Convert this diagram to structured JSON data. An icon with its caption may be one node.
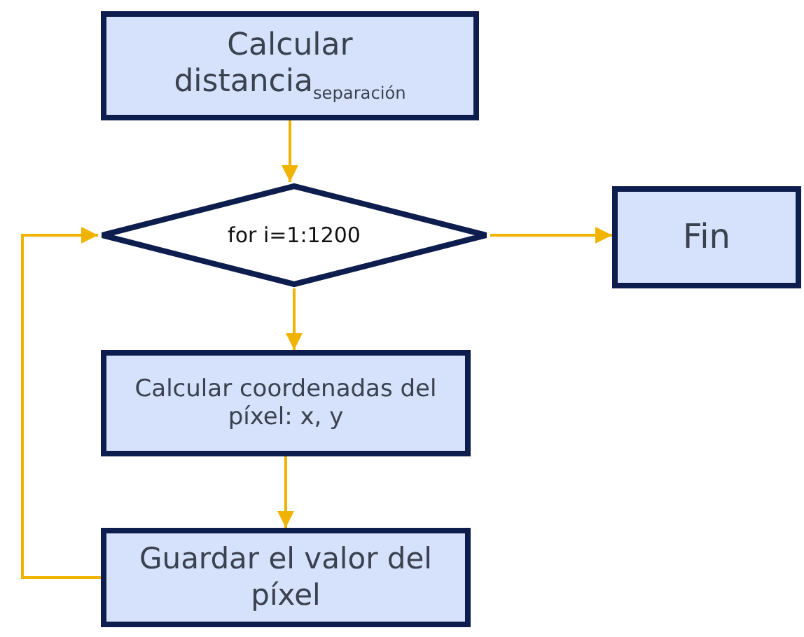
{
  "diagram": {
    "nodes": [
      {
        "text": [
          "Calcular distancia$_{separación}$"
        ]
      },
      {
        "text": [
          "for i=1:1200"
        ]
      },
      {
        "text": [
          "Fin"
        ]
      },
      {
        "text": [
          "Calcular coordenadas del píxel: x, y"
        ]
      },
      {
        "text": [
          "Guardar el valor del píxel"
        ]
      }
    ],
    "edges": [
      {
        "from": 0,
        "to": 1,
        "arrow": "to"
      },
      {
        "from": 1,
        "to": 2,
        "arrow": "to"
      },
      {
        "from": 1,
        "to": 3,
        "arrow": "to"
      },
      {
        "from": 3,
        "to": 4,
        "arrow": "to"
      },
      {
        "from": 4,
        "to": 1,
        "arrow": "to"
      }
    ]
  }
}
